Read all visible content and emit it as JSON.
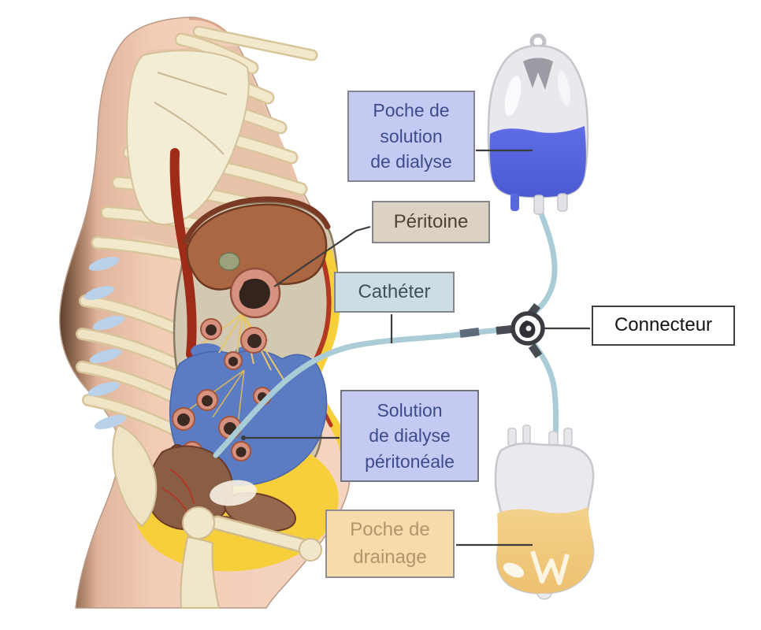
{
  "diagram": {
    "type": "peritoneal-dialysis-schematic",
    "labels": {
      "solution_bag": "Poche de\nsolution\nde dialyse",
      "peritoneum": "Péritoine",
      "catheter": "Cathéter",
      "connector": "Connecteur",
      "dialysate": "Solution\nde dialyse\npéritonéale",
      "drainage_bag": "Poche de\ndrainage"
    },
    "colors": {
      "solution_label_bg": "#c4caf1",
      "solution_label_text": "#3e4c8e",
      "peritoneum_label_bg": "#dcd2c4",
      "peritoneum_label_text": "#4e4136",
      "catheter_label_bg": "#ccdde4",
      "catheter_label_text": "#42505a",
      "connector_label_bg": "#ffffff",
      "connector_label_text": "#141414",
      "drainage_label_bg": "#f6dcaa",
      "drainage_label_text": "#b5946c",
      "dialysis_fluid": "#5766dd",
      "peritoneal_fluid": "#5b7cc3",
      "drained_fluid": "#f0c87e",
      "tube": "#a9ccd6",
      "fat_layer": "#f6cf3a"
    }
  }
}
